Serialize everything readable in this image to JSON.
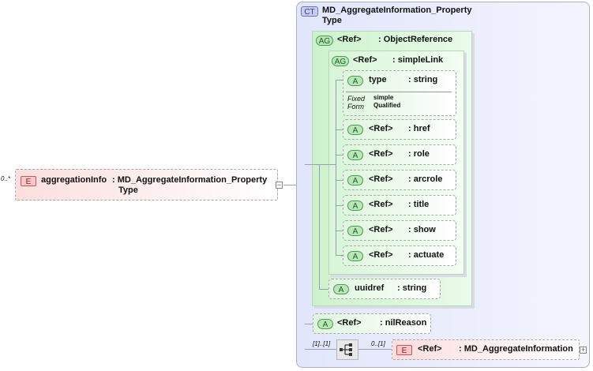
{
  "root_element": {
    "badge": "E",
    "cardinality": "0..*",
    "name": "aggregationInfo",
    "type_line1": ": MD_AggregateInformation_Property",
    "type_line2": "Type",
    "expander": "−"
  },
  "complex_type": {
    "badge": "CT",
    "title_line1": "MD_AggregateInformation_Property",
    "title_line2": "Type"
  },
  "object_reference": {
    "badge": "AG",
    "ref": "<Ref>",
    "type": ": ObjectReference"
  },
  "simple_link": {
    "badge": "AG",
    "ref": "<Ref>",
    "type": ": simpleLink",
    "type_attr": {
      "badge": "A",
      "name": "type",
      "type": ": string",
      "fixed_label": "Fixed",
      "fixed_value": "simple",
      "form_label": "Form",
      "form_value": "Qualified"
    },
    "attributes": [
      {
        "badge": "A",
        "ref": "<Ref>",
        "type": ": href"
      },
      {
        "badge": "A",
        "ref": "<Ref>",
        "type": ": role"
      },
      {
        "badge": "A",
        "ref": "<Ref>",
        "type": ": arcrole"
      },
      {
        "badge": "A",
        "ref": "<Ref>",
        "type": ": title"
      },
      {
        "badge": "A",
        "ref": "<Ref>",
        "type": ": show"
      },
      {
        "badge": "A",
        "ref": "<Ref>",
        "type": ": actuate"
      }
    ]
  },
  "uuidref": {
    "badge": "A",
    "name": "uuidref",
    "type": ": string"
  },
  "nil_reason": {
    "badge": "A",
    "ref": "<Ref>",
    "type": ": nilReason"
  },
  "sequence": {
    "cardinality": "[1]..[1]",
    "child": {
      "cardinality": "0..[1]",
      "badge": "E",
      "ref": "<Ref>",
      "type": ": MD_AggregateInformation",
      "expander": "+"
    }
  }
}
